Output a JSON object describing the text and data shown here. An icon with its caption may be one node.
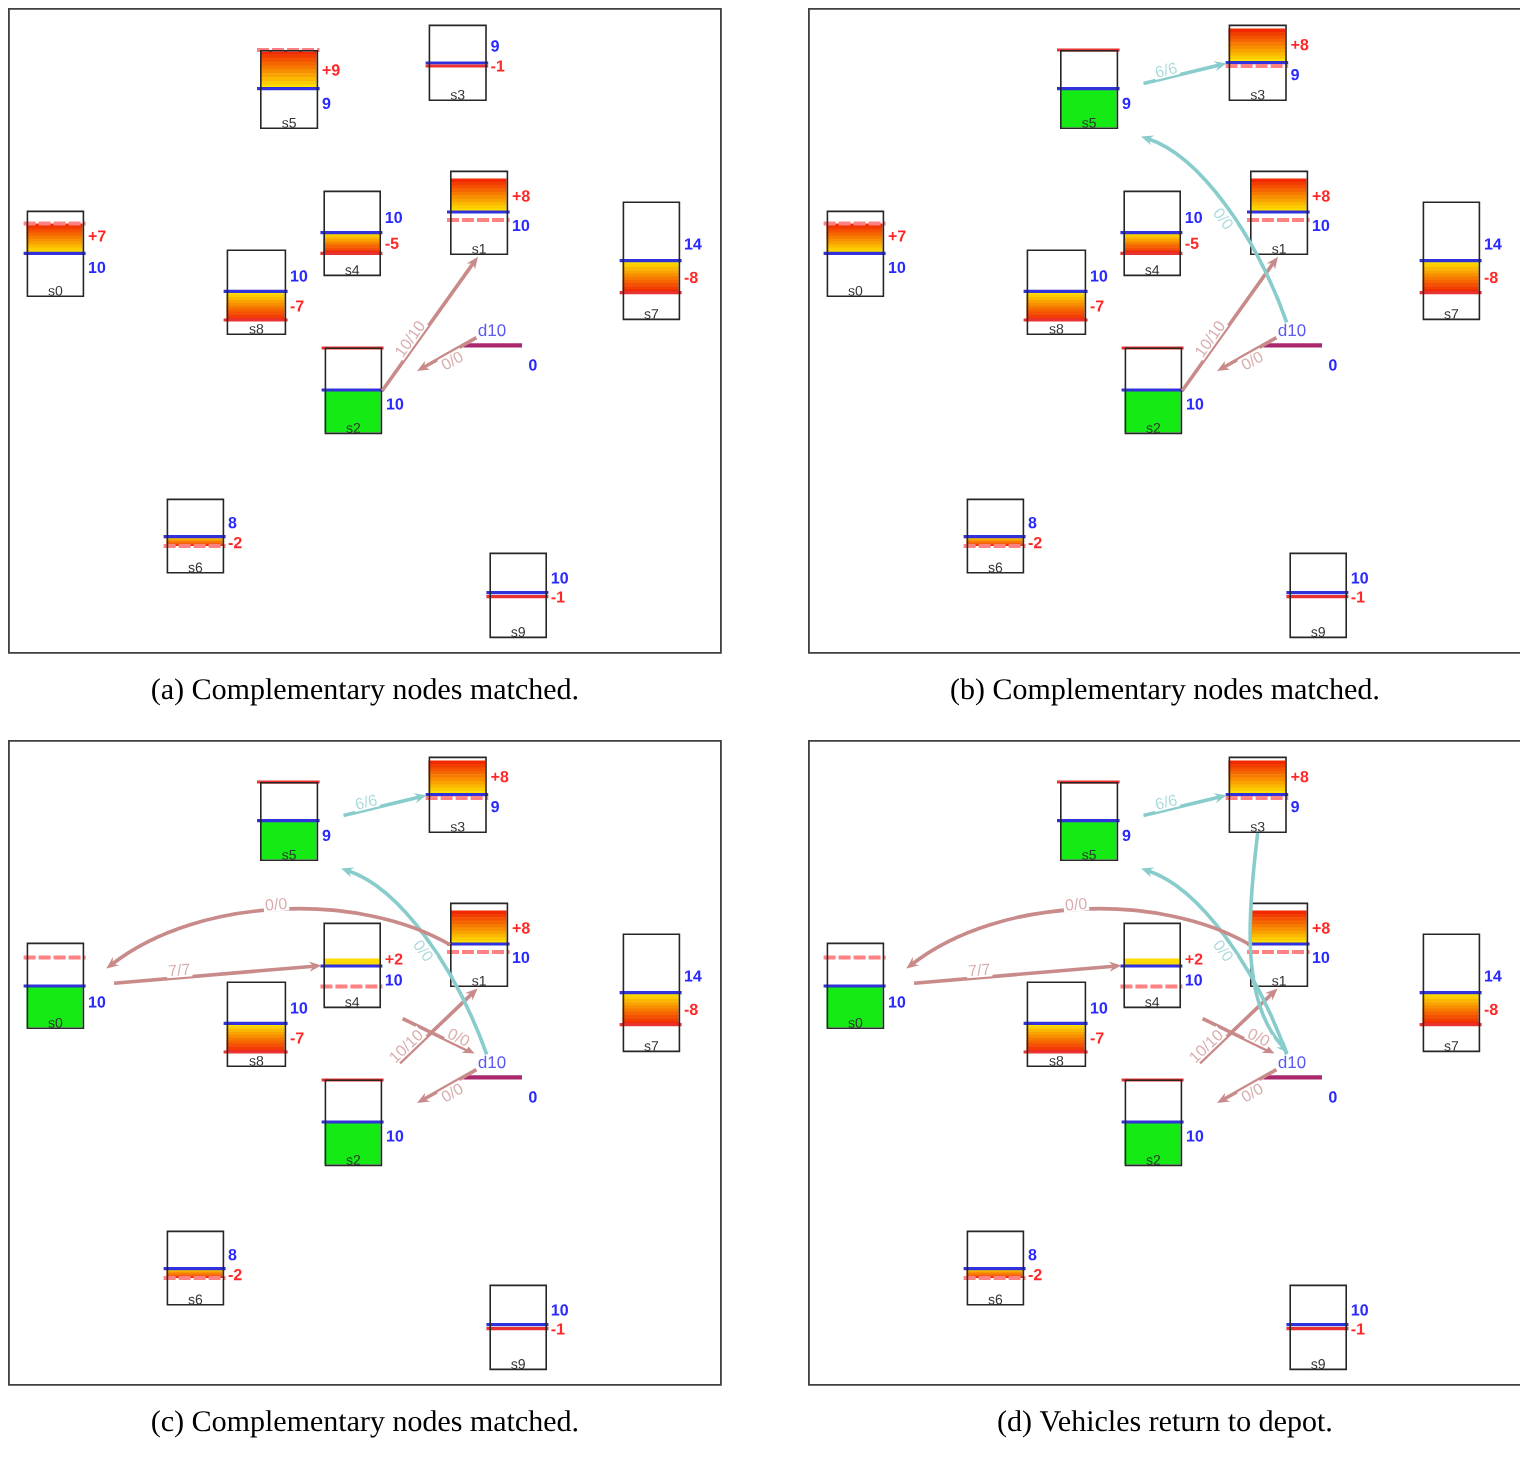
{
  "diagram": {
    "nodes": [
      {
        "text": [
          "(a) Complementary nodes matched."
        ]
      },
      {
        "text": [
          "s0"
        ],
        "in": 0,
        "beside": [
          "+7",
          "10"
        ]
      },
      {
        "text": [
          "s1"
        ],
        "in": 0,
        "beside": [
          "+8",
          "10"
        ]
      },
      {
        "text": [
          "s2"
        ],
        "in": 0,
        "beside": [
          "10"
        ]
      },
      {
        "text": [
          "s3"
        ],
        "in": 0,
        "beside": [
          "9",
          "-1"
        ]
      },
      {
        "text": [
          "s4"
        ],
        "in": 0,
        "beside": [
          "10",
          "-5"
        ]
      },
      {
        "text": [
          "s5"
        ],
        "in": 0,
        "beside": [
          "+9",
          "9"
        ]
      },
      {
        "text": [
          "s6"
        ],
        "in": 0,
        "beside": [
          "8",
          "-2"
        ]
      },
      {
        "text": [
          "s7"
        ],
        "in": 0,
        "beside": [
          "14",
          "-8"
        ]
      },
      {
        "text": [
          "s8"
        ],
        "in": 0,
        "beside": [
          "10",
          "-7"
        ]
      },
      {
        "text": [
          "s9"
        ],
        "in": 0,
        "beside": [
          "10",
          "-1"
        ]
      },
      {
        "text": [
          "d10"
        ],
        "in": 0,
        "beside": [
          "0"
        ]
      },
      {
        "text": [
          "(b) Complementary nodes matched."
        ]
      },
      {
        "text": [
          "s0"
        ],
        "in": 12,
        "beside": [
          "+7",
          "10"
        ]
      },
      {
        "text": [
          "s1"
        ],
        "in": 12,
        "beside": [
          "+8",
          "10"
        ]
      },
      {
        "text": [
          "s2"
        ],
        "in": 12,
        "beside": [
          "10"
        ]
      },
      {
        "text": [
          "s3"
        ],
        "in": 12,
        "beside": [
          "+8",
          "9"
        ]
      },
      {
        "text": [
          "s4"
        ],
        "in": 12,
        "beside": [
          "10",
          "-5"
        ]
      },
      {
        "text": [
          "s5"
        ],
        "in": 12,
        "beside": [
          "9"
        ]
      },
      {
        "text": [
          "s6"
        ],
        "in": 12,
        "beside": [
          "8",
          "-2"
        ]
      },
      {
        "text": [
          "s7"
        ],
        "in": 12,
        "beside": [
          "14",
          "-8"
        ]
      },
      {
        "text": [
          "s8"
        ],
        "in": 12,
        "beside": [
          "10",
          "-7"
        ]
      },
      {
        "text": [
          "s9"
        ],
        "in": 12,
        "beside": [
          "10",
          "-1"
        ]
      },
      {
        "text": [
          "d10"
        ],
        "in": 12,
        "beside": [
          "0"
        ]
      },
      {
        "text": [
          "(c) Complementary nodes matched."
        ]
      },
      {
        "text": [
          "s0"
        ],
        "in": 24,
        "beside": [
          "10"
        ]
      },
      {
        "text": [
          "s1"
        ],
        "in": 24,
        "beside": [
          "+8",
          "10"
        ]
      },
      {
        "text": [
          "s2"
        ],
        "in": 24,
        "beside": [
          "10"
        ]
      },
      {
        "text": [
          "s3"
        ],
        "in": 24,
        "beside": [
          "+8",
          "9"
        ]
      },
      {
        "text": [
          "s4"
        ],
        "in": 24,
        "beside": [
          "+2",
          "10"
        ]
      },
      {
        "text": [
          "s5"
        ],
        "in": 24,
        "beside": [
          "9"
        ]
      },
      {
        "text": [
          "s6"
        ],
        "in": 24,
        "beside": [
          "8",
          "-2"
        ]
      },
      {
        "text": [
          "s7"
        ],
        "in": 24,
        "beside": [
          "14",
          "-8"
        ]
      },
      {
        "text": [
          "s8"
        ],
        "in": 24,
        "beside": [
          "10",
          "-7"
        ]
      },
      {
        "text": [
          "s9"
        ],
        "in": 24,
        "beside": [
          "10",
          "-1"
        ]
      },
      {
        "text": [
          "d10"
        ],
        "in": 24,
        "beside": [
          "0"
        ]
      },
      {
        "text": [
          "(d) Vehicles return to depot."
        ]
      },
      {
        "text": [
          "s0"
        ],
        "in": 36,
        "beside": [
          "10"
        ]
      },
      {
        "text": [
          "s1"
        ],
        "in": 36,
        "beside": [
          "+8",
          "10"
        ]
      },
      {
        "text": [
          "s2"
        ],
        "in": 36,
        "beside": [
          "10"
        ]
      },
      {
        "text": [
          "s3"
        ],
        "in": 36,
        "beside": [
          "+8",
          "9"
        ]
      },
      {
        "text": [
          "s4"
        ],
        "in": 36,
        "beside": [
          "+2",
          "10"
        ]
      },
      {
        "text": [
          "s5"
        ],
        "in": 36,
        "beside": [
          "9"
        ]
      },
      {
        "text": [
          "s6"
        ],
        "in": 36,
        "beside": [
          "8",
          "-2"
        ]
      },
      {
        "text": [
          "s7"
        ],
        "in": 36,
        "beside": [
          "14",
          "-8"
        ]
      },
      {
        "text": [
          "s8"
        ],
        "in": 36,
        "beside": [
          "10",
          "-7"
        ]
      },
      {
        "text": [
          "s9"
        ],
        "in": 36,
        "beside": [
          "10",
          "-1"
        ]
      },
      {
        "text": [
          "d10"
        ],
        "in": 36,
        "beside": [
          "0"
        ]
      }
    ],
    "edges": [
      {
        "from": 3,
        "to": 2,
        "arrow": "to",
        "label": "10/10"
      },
      {
        "from": 11,
        "to": 3,
        "arrow": "to",
        "label": "0/0"
      },
      {
        "from": 15,
        "to": 14,
        "arrow": "to",
        "label": "10/10"
      },
      {
        "from": 23,
        "to": 15,
        "arrow": "to",
        "label": "0/0"
      },
      {
        "from": 23,
        "to": 18,
        "arrow": "to",
        "label": "0/0",
        "color": "#88cccc"
      },
      {
        "from": 18,
        "to": 16,
        "arrow": "to",
        "label": "6/6",
        "color": "#88cccc"
      },
      {
        "from": 27,
        "to": 26,
        "arrow": "to",
        "label": "10/10"
      },
      {
        "from": 35,
        "to": 27,
        "arrow": "to",
        "label": "0/0"
      },
      {
        "from": 35,
        "to": 30,
        "arrow": "to",
        "label": "0/0",
        "color": "#88cccc"
      },
      {
        "from": 30,
        "to": 28,
        "arrow": "to",
        "label": "6/6",
        "color": "#88cccc"
      },
      {
        "from": 26,
        "to": 25,
        "arrow": "to",
        "label": "0/0"
      },
      {
        "from": 25,
        "to": 29,
        "arrow": "to",
        "label": "7/7"
      },
      {
        "from": 29,
        "to": 35,
        "arrow": "to",
        "label": "0/0"
      },
      {
        "from": 39,
        "to": 38,
        "arrow": "to",
        "label": "10/10"
      },
      {
        "from": 47,
        "to": 39,
        "arrow": "to",
        "label": "0/0"
      },
      {
        "from": 47,
        "to": 42,
        "arrow": "to",
        "label": "0/0",
        "color": "#88cccc"
      },
      {
        "from": 42,
        "to": 40,
        "arrow": "to",
        "label": "6/6",
        "color": "#88cccc"
      },
      {
        "from": 38,
        "to": 37,
        "arrow": "to",
        "label": "0/0"
      },
      {
        "from": 37,
        "to": 41,
        "arrow": "to",
        "label": "7/7"
      },
      {
        "from": 41,
        "to": 47,
        "arrow": "to",
        "label": "0/0"
      },
      {
        "from": 40,
        "to": 47,
        "arrow": "to",
        "color": "#88cccc"
      }
    ]
  }
}
